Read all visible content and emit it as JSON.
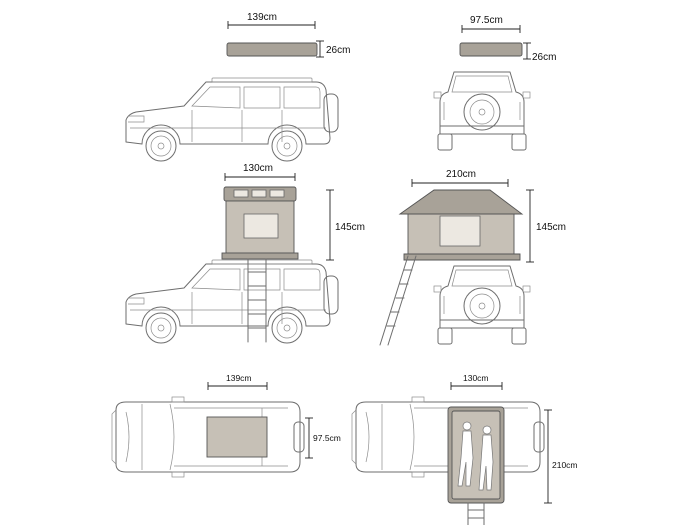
{
  "diagram": {
    "views": [
      {
        "id": "side-folded",
        "labels": {
          "width": "139cm",
          "height": "26cm"
        }
      },
      {
        "id": "rear-folded",
        "labels": {
          "width": "97.5cm",
          "height": "26cm"
        }
      },
      {
        "id": "side-open",
        "labels": {
          "width": "130cm",
          "height": "145cm"
        }
      },
      {
        "id": "rear-open",
        "labels": {
          "width": "210cm",
          "height": "145cm"
        }
      },
      {
        "id": "top-folded",
        "labels": {
          "width": "139cm",
          "height": "97.5cm"
        }
      },
      {
        "id": "top-open",
        "labels": {
          "width": "130cm",
          "height": "210cm"
        }
      }
    ],
    "colors": {
      "line": "#6e6e6e",
      "tent": "#c6c0b6",
      "tent_dark": "#a8a298",
      "dimension": "#222222"
    }
  }
}
